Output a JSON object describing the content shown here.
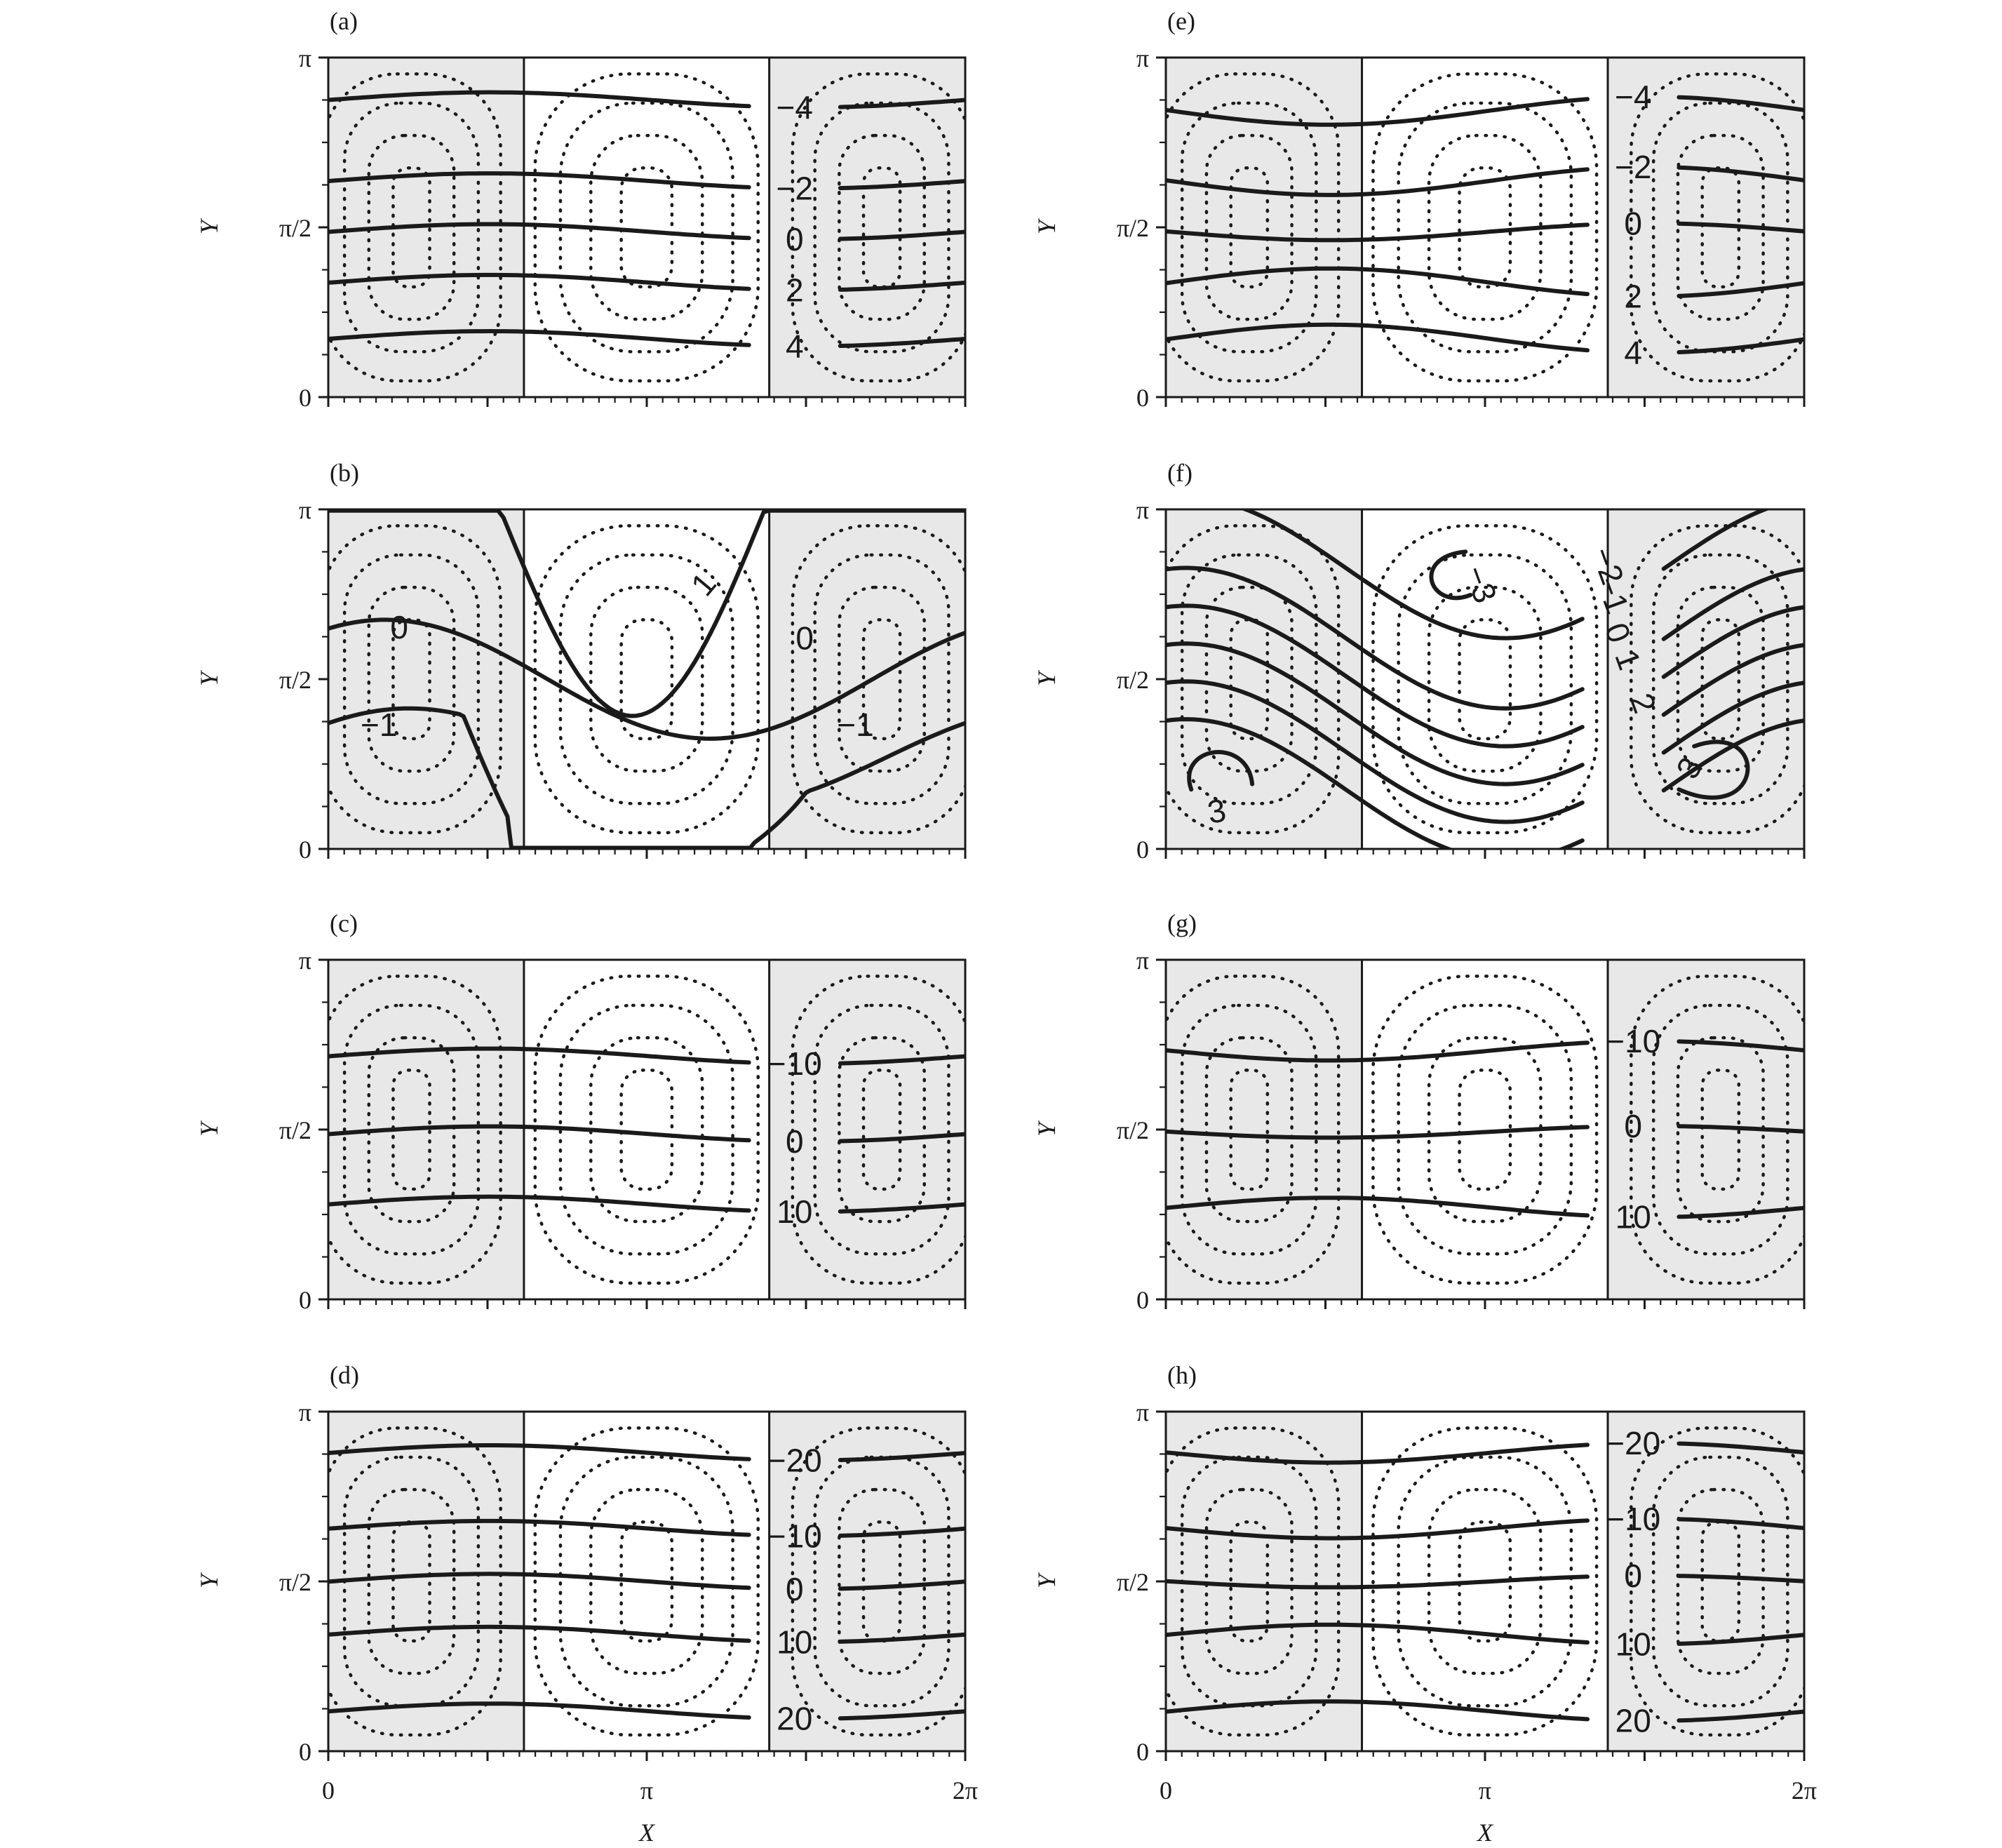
{
  "chart_data": [
    {
      "panel": "(a)",
      "type": "contour",
      "xlabel": "",
      "ylabel": "Y",
      "x_ticks": [
        "0",
        "π",
        "2π"
      ],
      "y_ticks": [
        "0",
        "π/2",
        "π"
      ],
      "xlim": [
        0,
        6.2832
      ],
      "ylim": [
        0,
        3.1416
      ],
      "shaded_x_ranges": [
        [
          0,
          1.93
        ],
        [
          4.35,
          6.2832
        ]
      ],
      "lines": [
        {
          "level": "-4",
          "label": "−4",
          "amplitude": 0.03
        },
        {
          "level": "-2",
          "label": "−2",
          "amplitude": 0.03
        },
        {
          "level": "0",
          "label": "0",
          "amplitude": 0.03
        },
        {
          "level": "2",
          "label": "2",
          "amplitude": 0.03
        },
        {
          "level": "4",
          "label": "4",
          "amplitude": 0.03
        }
      ]
    },
    {
      "panel": "(b)",
      "type": "contour",
      "xlabel": "",
      "ylabel": "Y",
      "x_ticks": [
        "0",
        "π",
        "2π"
      ],
      "y_ticks": [
        "0",
        "π/2",
        "π"
      ],
      "xlim": [
        0,
        6.2832
      ],
      "ylim": [
        0,
        3.1416
      ],
      "shaded_x_ranges": [
        [
          0,
          1.93
        ],
        [
          4.35,
          6.2832
        ]
      ],
      "lines": [
        {
          "level": "1",
          "label": "1"
        },
        {
          "level": "0",
          "label": "0"
        },
        {
          "level": "-1",
          "label": "−1"
        }
      ]
    },
    {
      "panel": "(c)",
      "type": "contour",
      "xlabel": "",
      "ylabel": "Y",
      "x_ticks": [
        "0",
        "π",
        "2π"
      ],
      "y_ticks": [
        "0",
        "π/2",
        "π"
      ],
      "xlim": [
        0,
        6.2832
      ],
      "ylim": [
        0,
        3.1416
      ],
      "shaded_x_ranges": [
        [
          0,
          1.93
        ],
        [
          4.35,
          6.2832
        ]
      ],
      "lines": [
        {
          "level": "-10",
          "label": "−10"
        },
        {
          "level": "0",
          "label": "0"
        },
        {
          "level": "10",
          "label": "10"
        }
      ]
    },
    {
      "panel": "(d)",
      "type": "contour",
      "xlabel": "X",
      "ylabel": "Y",
      "x_ticks": [
        "0",
        "π",
        "2π"
      ],
      "y_ticks": [
        "0",
        "π/2",
        "π"
      ],
      "xlim": [
        0,
        6.2832
      ],
      "ylim": [
        0,
        3.1416
      ],
      "shaded_x_ranges": [
        [
          0,
          1.93
        ],
        [
          4.35,
          6.2832
        ]
      ],
      "lines": [
        {
          "level": "-20",
          "label": "−20"
        },
        {
          "level": "-10",
          "label": "−10"
        },
        {
          "level": "0",
          "label": "0"
        },
        {
          "level": "10",
          "label": "10"
        },
        {
          "level": "20",
          "label": "20"
        }
      ]
    },
    {
      "panel": "(e)",
      "type": "contour",
      "xlabel": "",
      "ylabel": "Y",
      "x_ticks": [
        "0",
        "π",
        "2π"
      ],
      "y_ticks": [
        "0",
        "π/2",
        "π"
      ],
      "xlim": [
        0,
        6.2832
      ],
      "ylim": [
        0,
        3.1416
      ],
      "shaded_x_ranges": [
        [
          0,
          1.93
        ],
        [
          4.35,
          6.2832
        ]
      ],
      "lines": [
        {
          "level": "-4",
          "label": "−4"
        },
        {
          "level": "-2",
          "label": "−2"
        },
        {
          "level": "0",
          "label": "0"
        },
        {
          "level": "2",
          "label": "2"
        },
        {
          "level": "4",
          "label": "4"
        }
      ]
    },
    {
      "panel": "(f)",
      "type": "contour",
      "xlabel": "",
      "ylabel": "Y",
      "x_ticks": [
        "0",
        "π",
        "2π"
      ],
      "y_ticks": [
        "0",
        "π/2",
        "π"
      ],
      "xlim": [
        0,
        6.2832
      ],
      "ylim": [
        0,
        3.1416
      ],
      "shaded_x_ranges": [
        [
          0,
          1.93
        ],
        [
          4.35,
          6.2832
        ]
      ],
      "lines": [
        {
          "level": "-3",
          "label": "−3"
        },
        {
          "level": "-2",
          "label": "−2"
        },
        {
          "level": "-1",
          "label": "−1"
        },
        {
          "level": "0",
          "label": "0"
        },
        {
          "level": "1",
          "label": "1"
        },
        {
          "level": "2",
          "label": "2"
        },
        {
          "level": "3",
          "label": "3"
        }
      ]
    },
    {
      "panel": "(g)",
      "type": "contour",
      "xlabel": "",
      "ylabel": "Y",
      "x_ticks": [
        "0",
        "π",
        "2π"
      ],
      "y_ticks": [
        "0",
        "π/2",
        "π"
      ],
      "xlim": [
        0,
        6.2832
      ],
      "ylim": [
        0,
        3.1416
      ],
      "shaded_x_ranges": [
        [
          0,
          1.93
        ],
        [
          4.35,
          6.2832
        ]
      ],
      "lines": [
        {
          "level": "-10",
          "label": "−10"
        },
        {
          "level": "0",
          "label": "0"
        },
        {
          "level": "10",
          "label": "10"
        }
      ]
    },
    {
      "panel": "(h)",
      "type": "contour",
      "xlabel": "X",
      "ylabel": "Y",
      "x_ticks": [
        "0",
        "π",
        "2π"
      ],
      "y_ticks": [
        "0",
        "π/2",
        "π"
      ],
      "xlim": [
        0,
        6.2832
      ],
      "ylim": [
        0,
        3.1416
      ],
      "shaded_x_ranges": [
        [
          0,
          1.93
        ],
        [
          4.35,
          6.2832
        ]
      ],
      "lines": [
        {
          "level": "-20",
          "label": "−20"
        },
        {
          "level": "-10",
          "label": "−10"
        },
        {
          "level": "0",
          "label": "0"
        },
        {
          "level": "10",
          "label": "10"
        },
        {
          "level": "20",
          "label": "20"
        }
      ]
    }
  ]
}
